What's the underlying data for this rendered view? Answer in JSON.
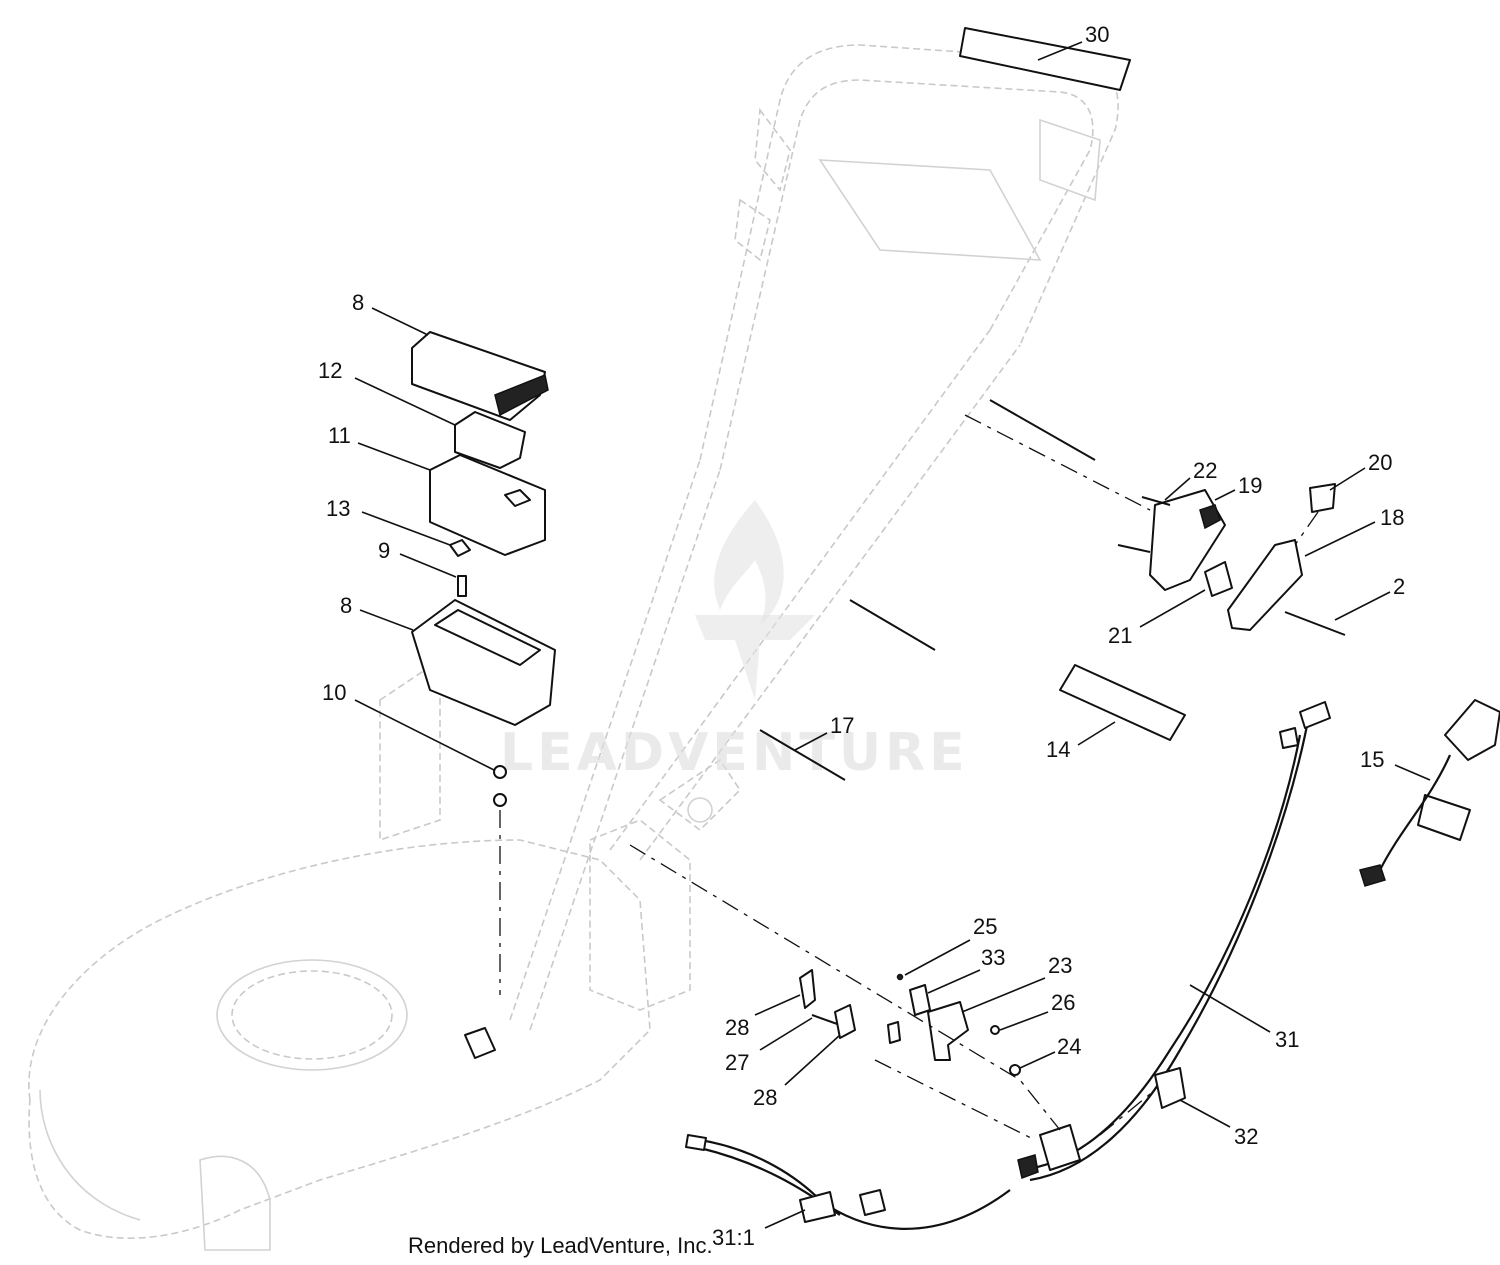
{
  "callouts": [
    {
      "id": "30",
      "label": "30"
    },
    {
      "id": "8a",
      "label": "8"
    },
    {
      "id": "12",
      "label": "12"
    },
    {
      "id": "11",
      "label": "11"
    },
    {
      "id": "13",
      "label": "13"
    },
    {
      "id": "9",
      "label": "9"
    },
    {
      "id": "8b",
      "label": "8"
    },
    {
      "id": "10",
      "label": "10"
    },
    {
      "id": "22",
      "label": "22"
    },
    {
      "id": "19",
      "label": "19"
    },
    {
      "id": "20",
      "label": "20"
    },
    {
      "id": "18",
      "label": "18"
    },
    {
      "id": "2",
      "label": "2"
    },
    {
      "id": "21",
      "label": "21"
    },
    {
      "id": "17",
      "label": "17"
    },
    {
      "id": "14",
      "label": "14"
    },
    {
      "id": "15",
      "label": "15"
    },
    {
      "id": "25",
      "label": "25"
    },
    {
      "id": "33",
      "label": "33"
    },
    {
      "id": "23",
      "label": "23"
    },
    {
      "id": "26",
      "label": "26"
    },
    {
      "id": "24",
      "label": "24"
    },
    {
      "id": "28a",
      "label": "28"
    },
    {
      "id": "27",
      "label": "27"
    },
    {
      "id": "28b",
      "label": "28"
    },
    {
      "id": "31",
      "label": "31"
    },
    {
      "id": "32",
      "label": "32"
    },
    {
      "id": "31-1",
      "label": "31:1"
    }
  ],
  "credit": "Rendered by LeadVenture, Inc.",
  "watermark": "LEADVENTURE"
}
